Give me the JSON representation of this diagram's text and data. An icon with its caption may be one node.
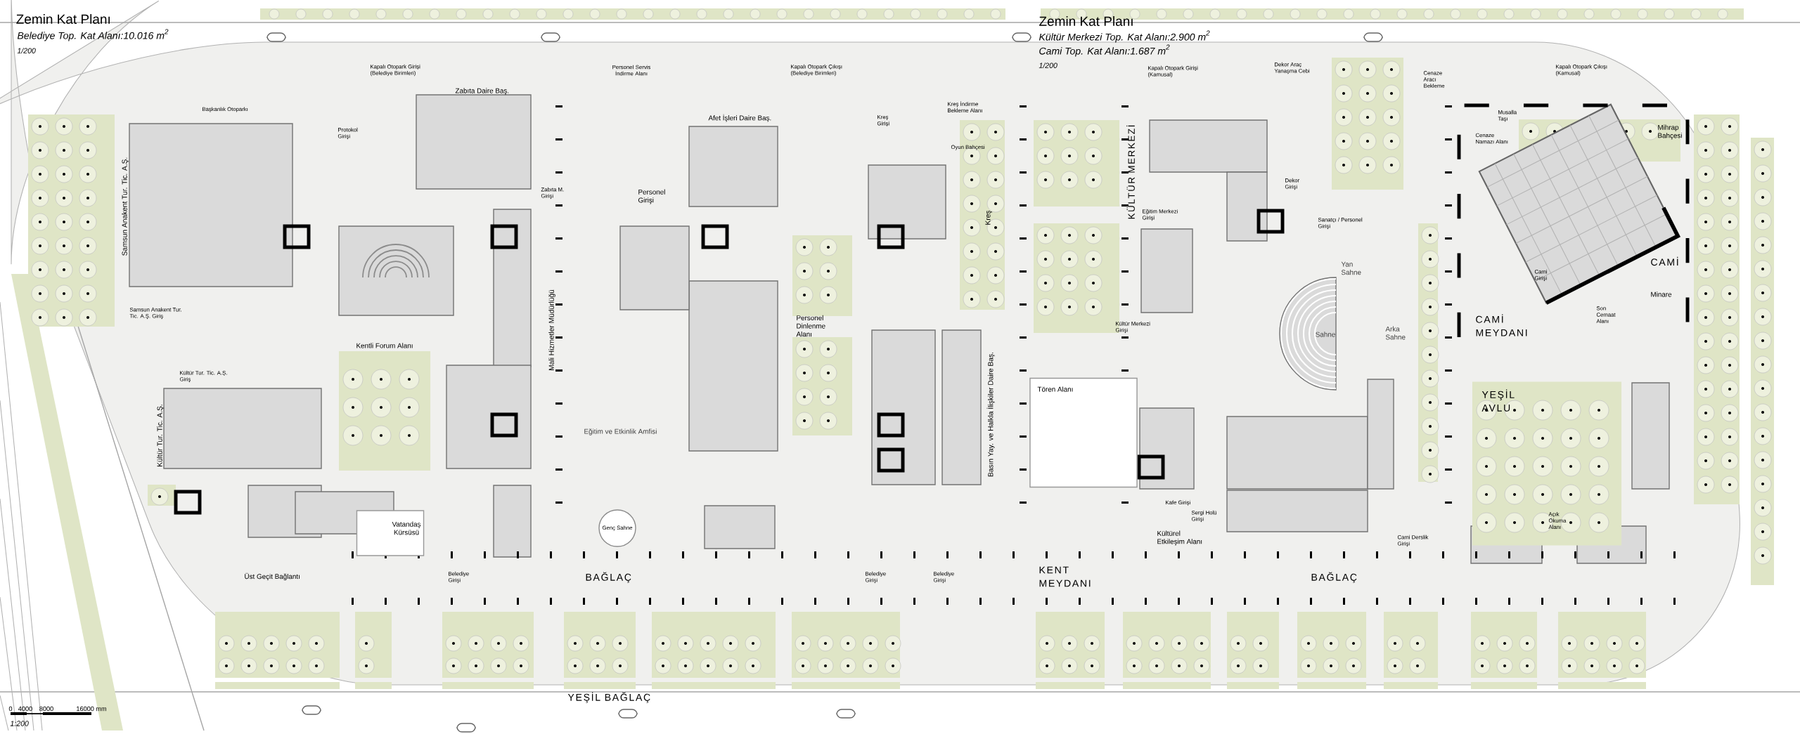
{
  "diagram": {
    "title": "Zemin Kat Planı",
    "nodes": [
      {
        "text": [
          "Kentli Forum Alanı"
        ]
      },
      {
        "text": [
          "Tören Alanı"
        ]
      },
      {
        "text": [
          "YEŞİL AVLU"
        ]
      },
      {
        "text": [
          "Vatandaş Kürsüsü"
        ]
      },
      {
        "text": [
          "Genç Sahne"
        ]
      }
    ],
    "labels": [
      "Belediye Top. Kat Alanı:10.016 m$^{2}$",
      "1/200",
      "Zemin Kat Planı",
      "Kültür Merkezi Top. Kat Alanı:2.900 m$^{2}$",
      "Cami Top. Kat Alanı:1.687 m$^{2}$",
      "1/200",
      "Kapalı Otopark Girişi (Belediye Birimleri)",
      "Personel Servis İndirme Alanı",
      "Kapalı Otopark Çıkışı (Belediye Birimleri)",
      "Kapalı Otopark Girişi (Kamusal)",
      "Dekor Araç Yanaşma Cebi",
      "Cenaze Aracı Bekleme",
      "Kapalı Otopark Çıkışı (Kamusal)",
      "Başkanlık Otoparkı",
      "Zabıta Daire Baş.",
      "Protokol Girişi",
      "Afet İşleri Daire Baş.",
      "Kreş Girişi",
      "Kreş İndirme Bekleme Alanı",
      "Musalla Taşı",
      "Cenaze Namazı Alanı",
      "Mihrap Bahçesi",
      "Oyun Bahçesi",
      "KÜLTÜR MERKEZİ",
      "Dekor Girişi",
      "Samsun Anakent Tur. Tic. A.Ş.",
      "Zabıta M. Girişi",
      "Personel Girişi",
      "Kreş",
      "Eğitim Merkezi Girişi",
      "Sanatçı / Personel Girişi",
      "Yan Sahne",
      "Cami Girişi",
      "CAMİ",
      "Minare",
      "Samsun Anakent Tur. Tic. A.Ş. Giriş",
      "Mali Hizmetler Müdürlüğü",
      "Personel Dinlenme Alanı",
      "Kültür Merkezi Girişi",
      "Sahne",
      "Arka Sahne",
      "CAMİ MEYDANI",
      "Son Cemaat Alanı",
      "Kültür Tur. Tic. A.Ş. Giriş",
      "Kültür Tur. Tic. A.Ş.",
      "Basın Yay. ve Halkla İlişkiler Daire Baş.",
      "Eğitim ve Etkinlik Amfisi",
      "Kafe Girişi",
      "Sergi Holü Girişi",
      "Açık Okuma Alanı",
      "Kültürel Etkileşim Alanı",
      "Cami Derslik Girişi",
      "Üst Geçit Bağlantı",
      "Belediye Girişi",
      "BAĞLAÇ",
      "Belediye Girişi",
      "Belediye Girişi",
      "KENT MEYDANI",
      "BAĞLAÇ",
      "YEŞİL BAĞLAÇ",
      "0",
      "4000",
      "8000",
      "16000 mm",
      "1:200"
    ]
  }
}
